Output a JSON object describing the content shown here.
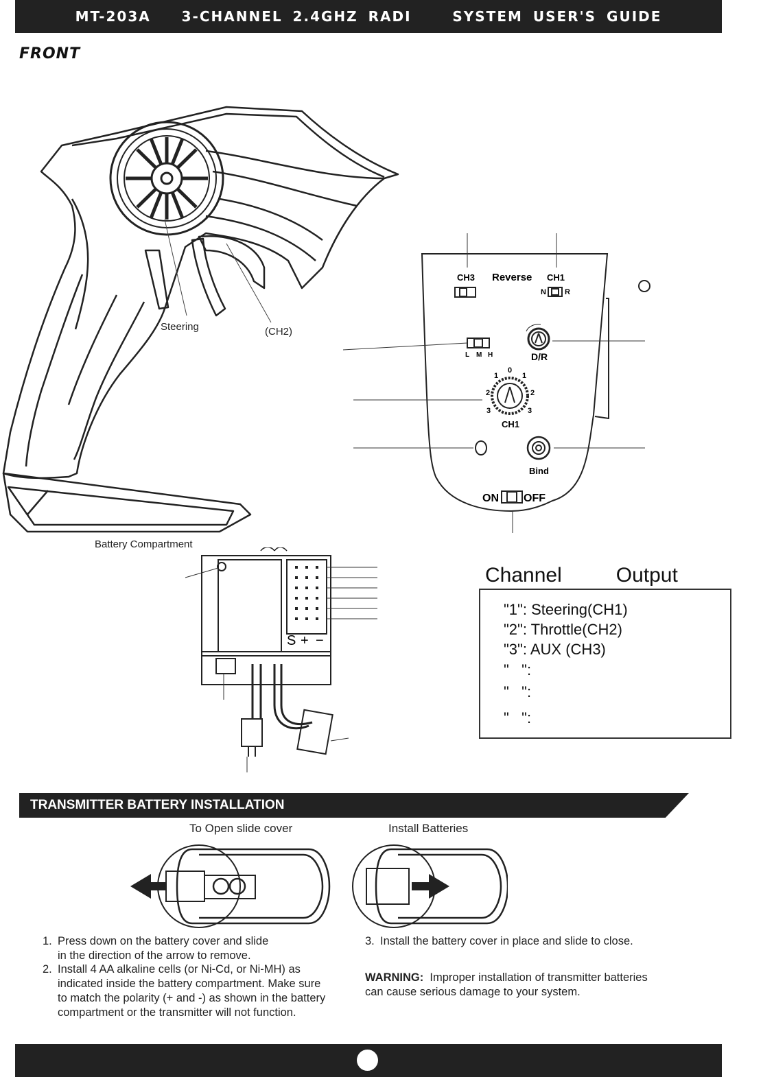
{
  "header": {
    "title": "MT-203A   3-CHANNEL 2.4GHZ RADI    SYSTEM USER'S GUIDE"
  },
  "front": {
    "label": "FRONT"
  },
  "transmitter_labels": {
    "steering": "Steering",
    "ch2": "(CH2)",
    "battery_compartment": "Battery Compartment"
  },
  "control_panel": {
    "ch3": "CH3",
    "reverse": "Reverse",
    "ch1_top": "CH1",
    "n": "N",
    "r": "R",
    "l": "L",
    "m": "M",
    "h": "H",
    "dr": "D/R",
    "dial_ticks": [
      "3",
      "2",
      "1",
      "0",
      "1",
      "2",
      "3"
    ],
    "ch1_dial": "CH1",
    "bind": "Bind",
    "on": "ON",
    "off": "OFF"
  },
  "receiver": {
    "s": "S",
    "plus": "+",
    "minus": "−"
  },
  "channel_output": {
    "title": "Channel   Output",
    "rows": [
      "\"1\": Steering(CH1)",
      "\"2\": Throttle(CH2)",
      "\"3\": AUX  (CH3)",
      "\"   \":",
      "\"   \":",
      "\"   \":"
    ]
  },
  "battery_section": {
    "title": "TRANSMITTER BATTERY INSTALLATION",
    "caption_open": "To Open slide cover",
    "caption_install": "Install Batteries",
    "step1_num": "1.",
    "step1": [
      "Press down on the battery cover and slide",
      "in the direction of the arrow to remove."
    ],
    "step2_num": "2.",
    "step2": [
      "Install 4 AA alkaline cells (or Ni-Cd, or Ni-MH) as",
      "indicated inside the battery compartment. Make sure",
      "to match the polarity (+ and -) as shown in the battery",
      "compartment or the transmitter will not function."
    ],
    "step3_num": "3.",
    "step3": "Install the battery cover in place and slide to close.",
    "warning_label": "WARNING:",
    "warning_text": [
      "Improper installation of transmitter batteries",
      "can cause serious damage to your system."
    ]
  }
}
